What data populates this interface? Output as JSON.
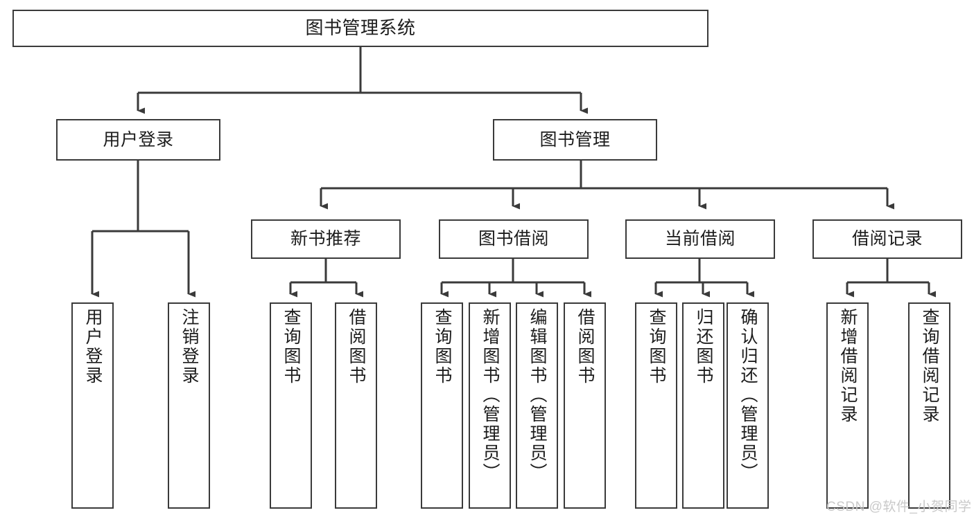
{
  "diagram": {
    "title": "图书管理系统",
    "type": "tree-hierarchy-chart",
    "colors": {
      "box_border": "#3a3a3a",
      "box_fill": "#ffffff",
      "connector": "#3a3a3a",
      "text": "#1c1c1c",
      "watermark": "#c9c9c9",
      "background": "#ffffff"
    },
    "root": {
      "label": "图书管理系统"
    },
    "level2": [
      {
        "label": "用户登录"
      },
      {
        "label": "图书管理"
      }
    ],
    "level3": [
      {
        "label": "新书推荐"
      },
      {
        "label": "图书借阅"
      },
      {
        "label": "当前借阅"
      },
      {
        "label": "借阅记录"
      }
    ],
    "leaves": {
      "user_login": [
        {
          "label": "用户登录"
        },
        {
          "label": "注销登录"
        }
      ],
      "new_book_recommend": [
        {
          "label": "查询图书"
        },
        {
          "label": "借阅图书"
        }
      ],
      "book_borrow": [
        {
          "label": "查询图书"
        },
        {
          "label": "新增图书（管理员）"
        },
        {
          "label": "编辑图书（管理员）"
        },
        {
          "label": "借阅图书"
        }
      ],
      "current_borrow": [
        {
          "label": "查询图书"
        },
        {
          "label": "归还图书"
        },
        {
          "label": "确认归还（管理员）"
        }
      ],
      "borrow_record": [
        {
          "label": "新增借阅记录"
        },
        {
          "label": "查询借阅记录"
        }
      ]
    }
  },
  "watermark": {
    "text": "CSDN @软件_小贺同学"
  }
}
